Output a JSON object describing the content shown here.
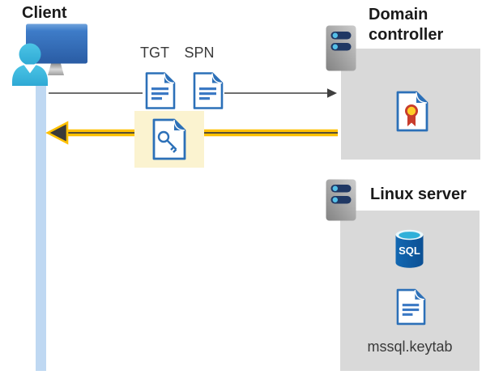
{
  "diagram": {
    "client": {
      "label": "Client"
    },
    "tickets": {
      "tgt": "TGT",
      "spn": "SPN"
    },
    "domain_controller": {
      "label": "Domain controller"
    },
    "linux_server": {
      "label": "Linux server",
      "keytab": "mssql.keytab",
      "sql": "SQL"
    }
  },
  "colors": {
    "accent_yellow": "#FFC000",
    "highlight_yellow_bg": "#FBF3D0",
    "doc_border_blue": "#2C70B8",
    "doc_line_blue": "#3B79C4",
    "client_bar_blue": "#BFD8F2",
    "box_gray": "#D9D9D9",
    "arrow_gray": "#595959",
    "arrow_dark": "#3F3F3F",
    "server_pill_navy": "#203864",
    "server_dot_cyan": "#55C0E8",
    "cert_red": "#C83C2C",
    "cert_gold": "#FFCE29",
    "sql_body_blue": "#0E5CA8",
    "sql_top_cyan": "#2FB0D9",
    "person_teal": "#3FBCDF",
    "monitor_blue": "#3573C4",
    "label_dark": "#1A1A1A"
  },
  "icons": {
    "client": "user-workstation-icon",
    "tgt": "document-icon",
    "spn": "document-icon",
    "key_ticket": "document-key-icon",
    "domain_controller": "server-icon",
    "linux_server": "server-icon",
    "certificate": "document-certificate-icon",
    "database": "sql-database-icon",
    "keytab": "document-icon",
    "request": "right-arrow-icon",
    "ticket_return": "left-yellow-arrow-icon"
  }
}
